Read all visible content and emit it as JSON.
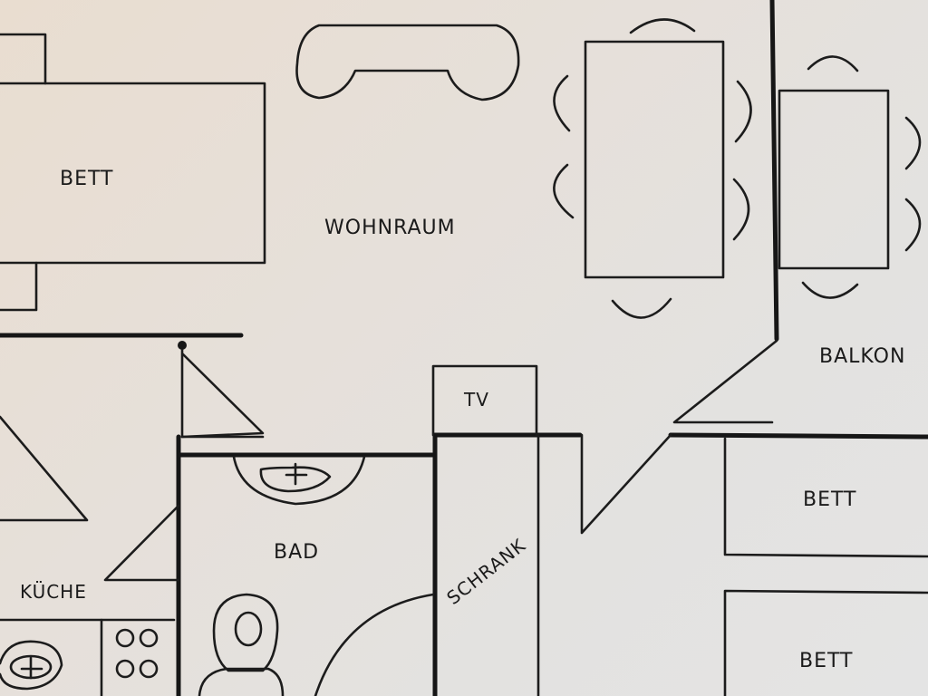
{
  "plan": {
    "rooms": {
      "bett_left": "BETT",
      "wohnraum": "WOHNRAUM",
      "balkon": "BALKON",
      "tv": "TV",
      "bad": "BAD",
      "kueche": "KÜCHE",
      "schrank": "SCHRANK",
      "bett_right_top": "BETT",
      "bett_right_bottom": "BETT"
    },
    "colors": {
      "paper": "#e6e0da",
      "ink": "#1a1a1a"
    }
  }
}
